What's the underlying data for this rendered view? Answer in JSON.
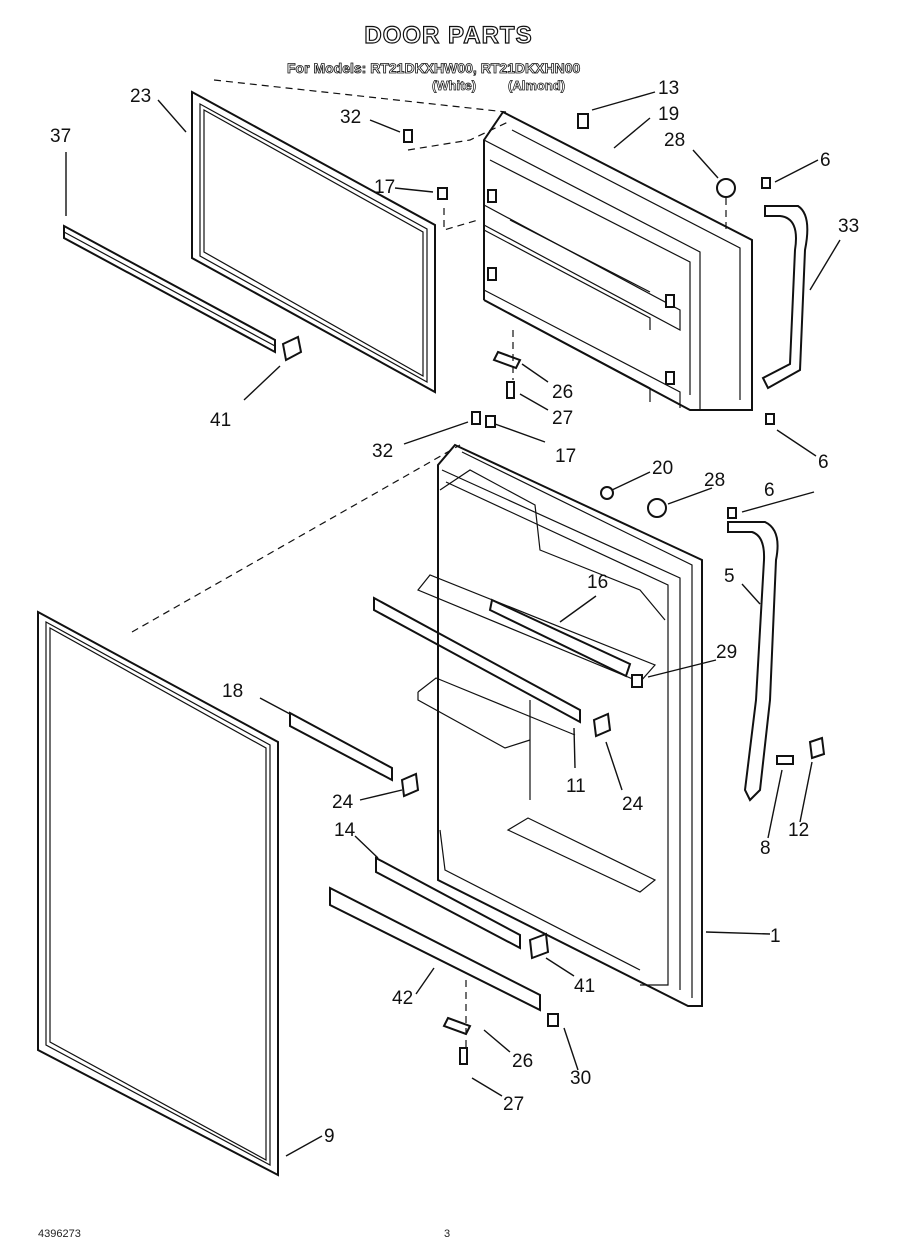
{
  "header": {
    "title": "DOOR PARTS",
    "models_line": "For Models: RT21DKXHW00, RT21DKXHN00",
    "color_white": "(White)",
    "color_almond": "(Almond)"
  },
  "footer": {
    "doc_number": "4396273",
    "page_number": "3"
  },
  "callouts": {
    "c1": "1",
    "c5": "5",
    "c6a": "6",
    "c6b": "6",
    "c6c": "6",
    "c8": "8",
    "c9": "9",
    "c11": "11",
    "c12": "12",
    "c13": "13",
    "c14": "14",
    "c16": "16",
    "c17a": "17",
    "c17b": "17",
    "c18": "18",
    "c19": "19",
    "c20": "20",
    "c23": "23",
    "c24a": "24",
    "c24b": "24",
    "c26a": "26",
    "c26b": "26",
    "c27a": "27",
    "c27b": "27",
    "c28a": "28",
    "c28b": "28",
    "c29": "29",
    "c30": "30",
    "c32a": "32",
    "c32b": "32",
    "c33": "33",
    "c37": "37",
    "c41a": "41",
    "c41b": "41",
    "c42": "42"
  }
}
